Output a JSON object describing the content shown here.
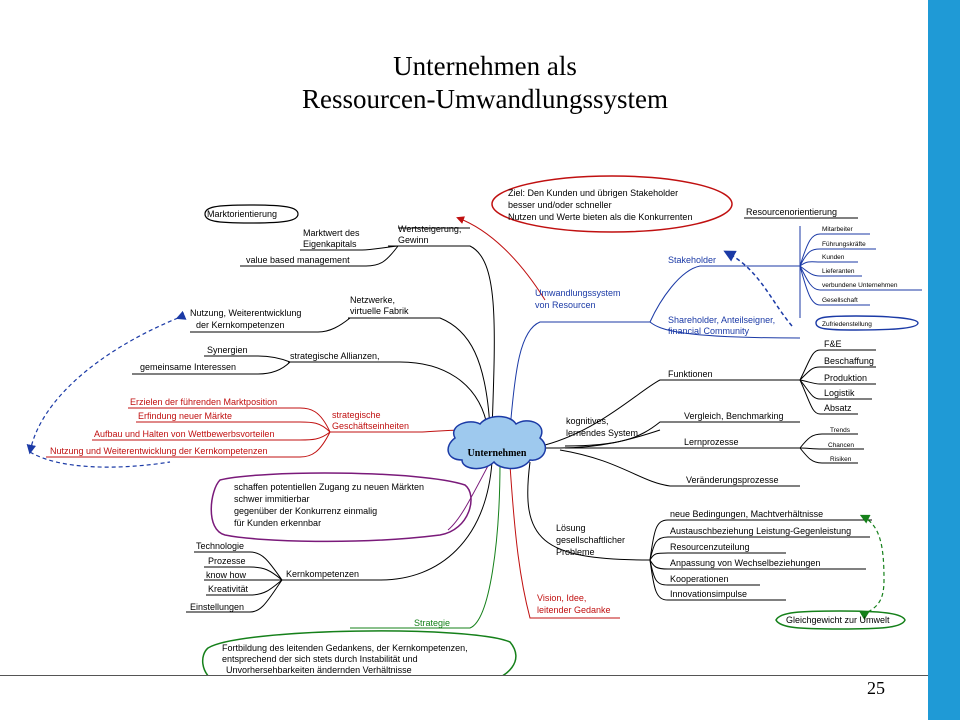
{
  "slide": {
    "title_line1": "Unternehmen als",
    "title_line2": "Ressourcen-Umwandlungssystem",
    "page_number": "25"
  },
  "colors": {
    "sidebar": "#1f9ad6",
    "blue": "#1b3aa6",
    "red": "#c01010",
    "purple": "#7a1a7a",
    "green": "#15801a",
    "cloud": "#9ec9ee"
  },
  "mindmap": {
    "center": "Unternehmen",
    "left": {
      "marktorientierung": "Marktorientierung",
      "wertsteigerung": [
        "Wertsteigerung,",
        "Gewinn"
      ],
      "marktwert": [
        "Marktwert des",
        "Eigenkapitals"
      ],
      "value_based": "value based management",
      "netzwerke": [
        "Netzwerke,",
        "virtuelle Fabrik"
      ],
      "nutzung": [
        "Nutzung, Weiterentwicklung",
        "der Kernkompetenzen"
      ],
      "allianzen": "strategische Allianzen,",
      "synergien": "Synergien",
      "gemeinsame": "gemeinsame Interessen",
      "sge": [
        "strategische",
        "Geschäftseinheiten"
      ],
      "sge_items": [
        "Erzielen der führenden Marktposition",
        "Erfindung neuer Märkte",
        "Aufbau und Halten von Wettbewerbsvorteilen",
        "Nutzung und Weiterentwicklung der Kernkompetenzen"
      ],
      "schaffen": [
        "schaffen potentiellen Zugang zu neuen Märkten",
        "schwer immitierbar",
        "gegenüber der Konkurrenz einmalig",
        "für Kunden erkennbar"
      ],
      "kernkompetenzen": "Kernkompetenzen",
      "kk_items": [
        "Technologie",
        "Prozesse",
        "know how",
        "Kreativität",
        "Einstellungen"
      ],
      "strategie": "Strategie",
      "fortbildung": [
        "Fortbildung des leitenden Gedankens, der Kernkompetenzen,",
        "entsprechend der sich stets durch Instabilität und",
        "Unvorhersehbarkeiten ändernden Verhältnisse"
      ]
    },
    "right": {
      "ziel": [
        "Ziel: Den Kunden und übrigen Stakeholder",
        "besser und/oder schneller",
        "Nutzen und Werte bieten als die Konkurrenten"
      ],
      "ressourcenorientierung": "Resourcenorientierung",
      "umwandlung": [
        "Umwandlungssystem",
        "von Resourcen"
      ],
      "stakeholder": "Stakeholder",
      "stakeholder_items": [
        "Mitarbeiter",
        "Führungskräfte",
        "Kunden",
        "Lieferanten",
        "verbundene Unternehmen",
        "Gesellschaft"
      ],
      "shareholder": [
        "Shareholder, Anteilseigner,",
        "financial Community"
      ],
      "zufriedenstellung": "Zufriedenstellung",
      "funktionen": "Funktionen",
      "funktionen_items": [
        "F&E",
        "Beschaffung",
        "Produktion",
        "Logistik",
        "Absatz"
      ],
      "kognitives": [
        "kognitives,",
        "lernendes System"
      ],
      "vergleich": "Vergleich, Benchmarking",
      "lernprozesse": "Lernprozesse",
      "lern_items": [
        "Trends",
        "Chancen",
        "Risiken"
      ],
      "veraenderung": "Veränderungsprozesse",
      "loesung": [
        "Lösung",
        "gesellschaftlicher",
        "Probleme"
      ],
      "loesung_items": [
        "neue Bedingungen, Machtverhältnisse",
        "Austauschbeziehung Leistung-Gegenleistung",
        "Resourcenzuteilung",
        "Anpassung von Wechselbeziehungen",
        "Kooperationen",
        "Innovationsimpulse"
      ],
      "gleichgewicht": "Gleichgewicht zur Umwelt",
      "vision": [
        "Vision, Idee,",
        "leitender Gedanke"
      ]
    }
  }
}
